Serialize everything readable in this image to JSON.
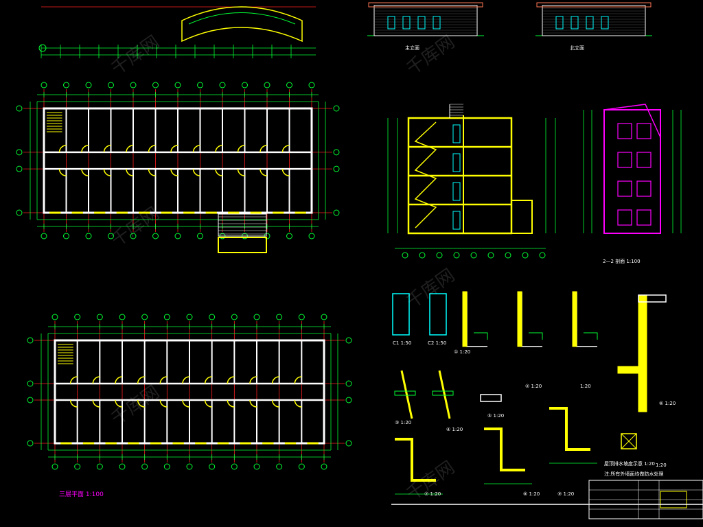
{
  "drawings": {
    "elev_front_title": "主立面",
    "elev_side_title": "北立面",
    "section_title": "2—2 剖面 1:100",
    "plan3_title": "三层平面 1:100",
    "details": [
      {
        "label": "C1 1:50"
      },
      {
        "label": "C2 1:50"
      },
      {
        "label": "① 1:20"
      },
      {
        "label": "② 1:20"
      },
      {
        "label": "③ 1:20"
      },
      {
        "label": "④ 1:20"
      },
      {
        "label": "⑤ 1:20"
      },
      {
        "label": "⑥ 1:20"
      },
      {
        "label": "⑦ 1:20"
      },
      {
        "label": "⑧ 1:20"
      },
      {
        "label": "⑨ 1:20"
      },
      {
        "label": "1:20"
      },
      {
        "label": "1:20"
      }
    ],
    "note_title": "屋顶排水坡度示意 1:20",
    "note_sub": "注:所有外墙面均做防水处理"
  },
  "colors": {
    "grid": "#ff2020",
    "dim": "#00ff33",
    "wall": "#ffffff",
    "highlight": "#ffff00",
    "accent": "#ff00ff",
    "cyan": "#00ffff"
  },
  "watermark": "千库网"
}
